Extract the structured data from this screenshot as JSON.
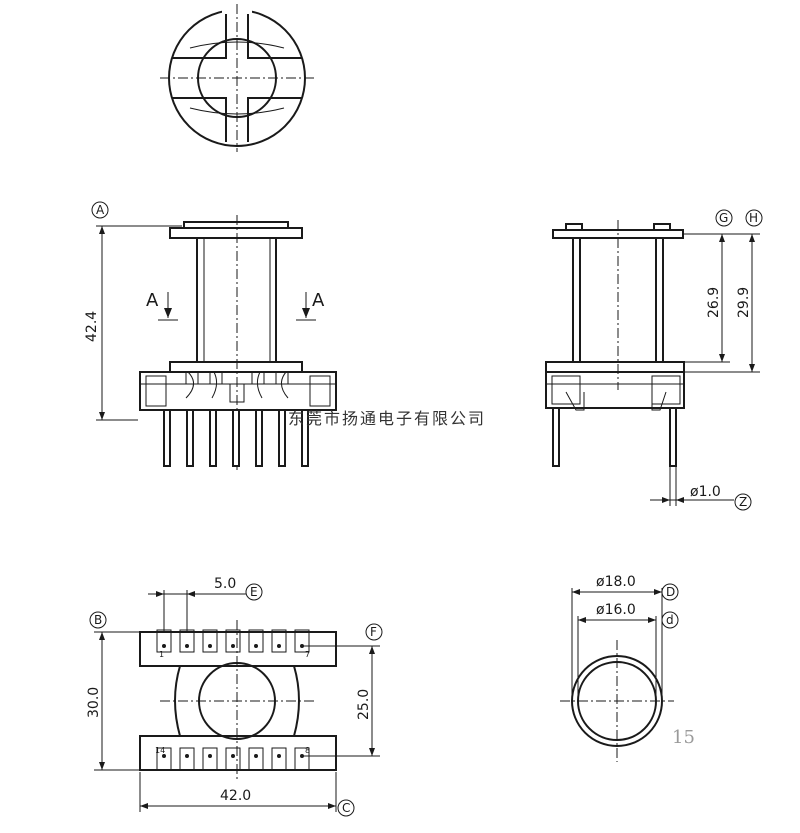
{
  "dimensions": {
    "height_overall": "42.4",
    "height_g": "26.9",
    "height_h": "29.9",
    "pin_diameter": "ø1.0",
    "pin_pitch": "5.0",
    "base_depth": "30.0",
    "row_spacing": "25.0",
    "base_length": "42.0",
    "outer_diameter": "ø18.0",
    "inner_diameter": "ø16.0"
  },
  "reference_labels": {
    "A": "A",
    "B": "B",
    "C": "C",
    "D": "D",
    "d": "d",
    "E": "E",
    "F": "F",
    "G": "G",
    "H": "H",
    "Z": "Z"
  },
  "section_label": "A",
  "pin_numbers": {
    "top_first": "1",
    "top_last": "7",
    "bottom_first": "14",
    "bottom_last": "8"
  },
  "watermark": "东莞市扬通电子有限公司",
  "page_number": "15"
}
